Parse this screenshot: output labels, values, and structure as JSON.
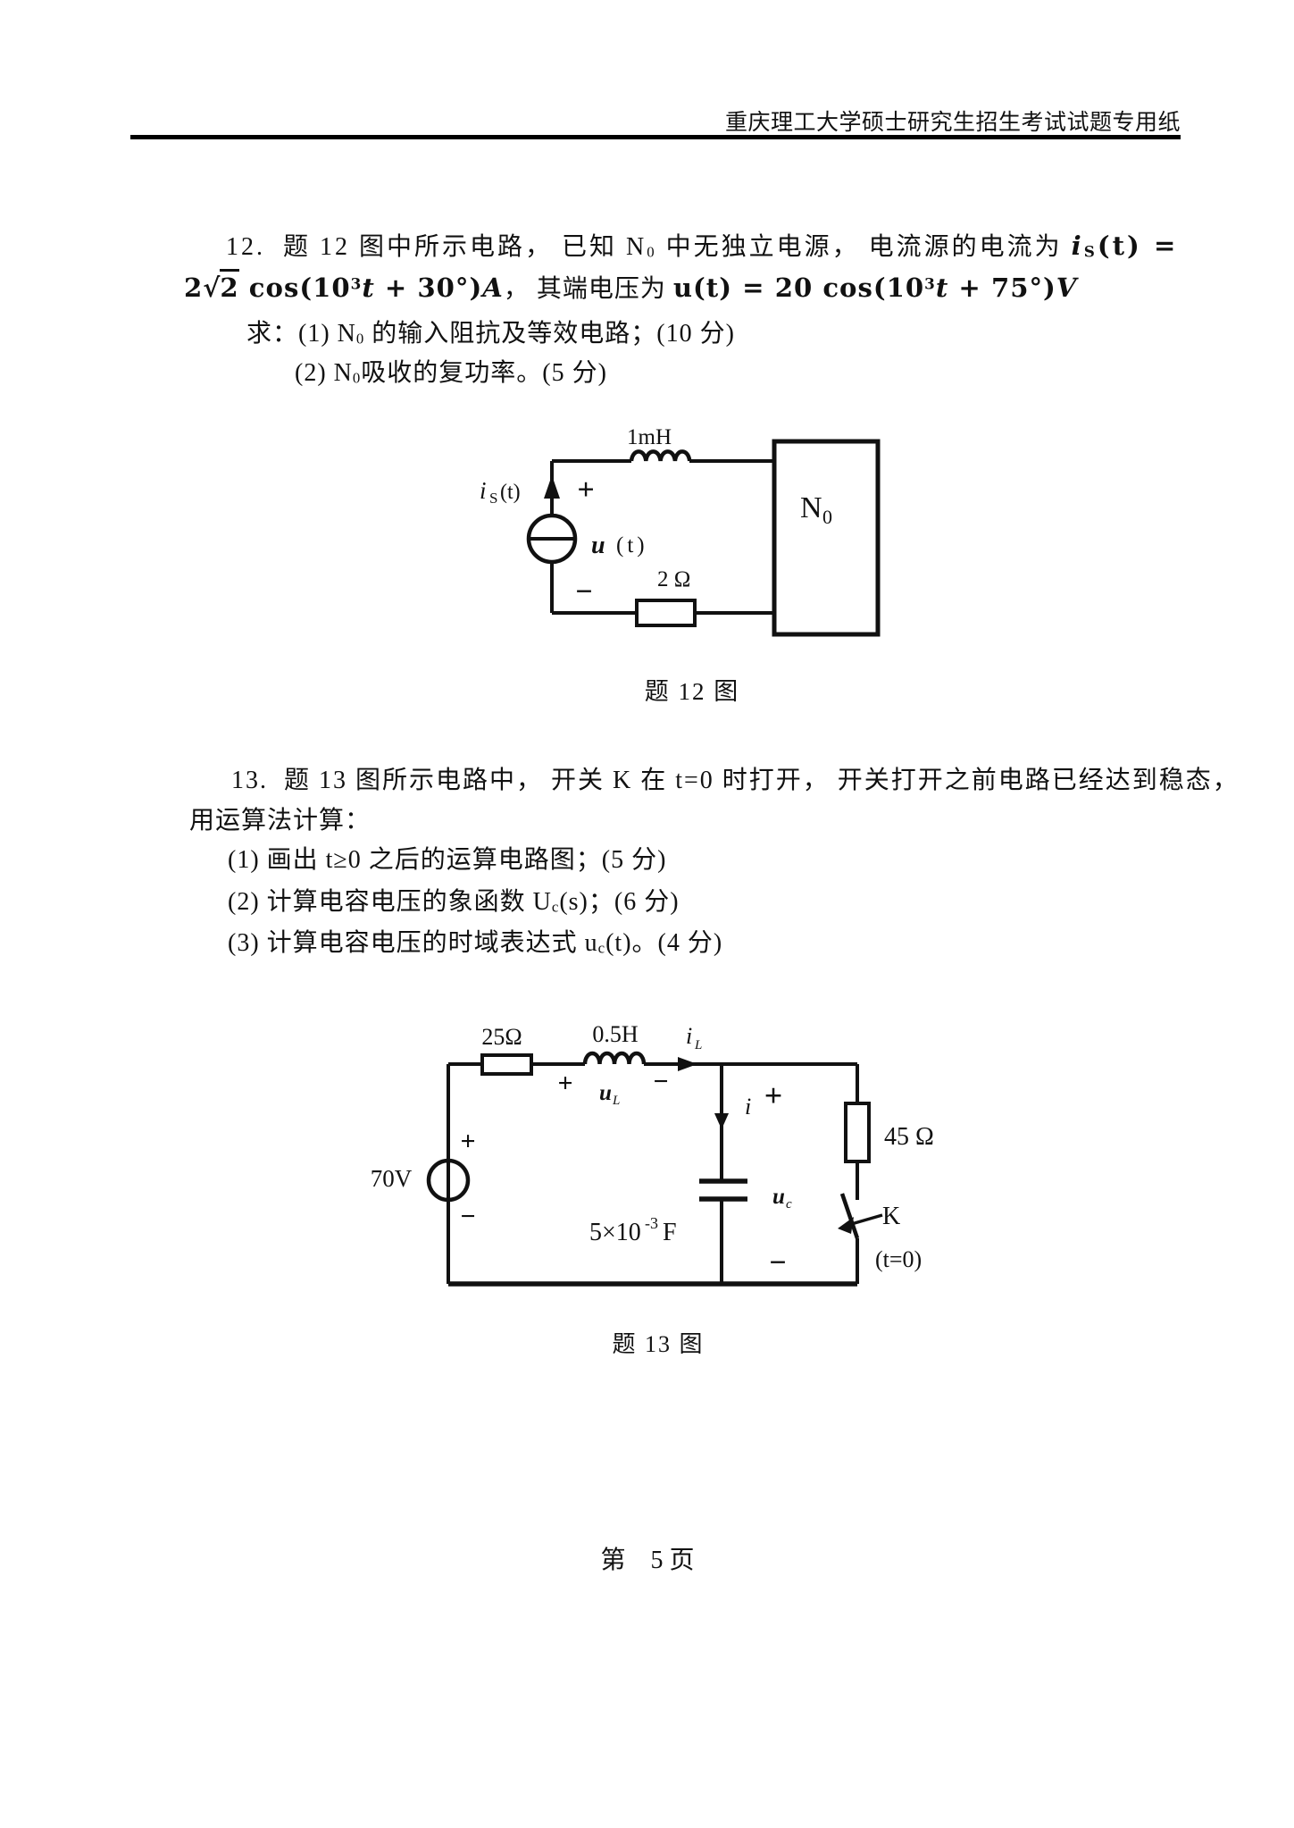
{
  "page": {
    "bg": "#ffffff",
    "ink": "#111111"
  },
  "header": {
    "title": "重庆理工大学硕士研究生招生考试试题专用纸"
  },
  "q12": {
    "line1": [
      {
        "t": "12.  题 12 图中所示电路， 已知 N",
        "s": "cn"
      },
      {
        "t": "0",
        "s": "sb"
      },
      {
        "t": " 中无独立电源， 电流源的电流为 ",
        "s": "cn"
      },
      {
        "t": "i",
        "s": "mi"
      },
      {
        "t": "S",
        "s": "sbm"
      },
      {
        "t": "(t) =",
        "s": "mr"
      }
    ],
    "line2": [
      {
        "t": "2",
        "s": "mr"
      },
      {
        "t": "√",
        "s": "mr"
      },
      {
        "t": "2",
        "s": "ov"
      },
      {
        "t": " cos(10",
        "s": "mr"
      },
      {
        "t": "3",
        "s": "sp"
      },
      {
        "t": "t",
        "s": "mi"
      },
      {
        "t": " + 30°)",
        "s": "mr"
      },
      {
        "t": "A",
        "s": "mi"
      },
      {
        "t": "， 其端电压为 ",
        "s": "cn"
      },
      {
        "t": "u(t) = 20 cos(10",
        "s": "mr"
      },
      {
        "t": "3",
        "s": "sp"
      },
      {
        "t": "t",
        "s": "mi"
      },
      {
        "t": " + 75°)",
        "s": "mr"
      },
      {
        "t": "V",
        "s": "mi"
      }
    ],
    "line3": [
      {
        "t": "求：(1) N",
        "s": "cn"
      },
      {
        "t": "0",
        "s": "sb"
      },
      {
        "t": " 的输入阻抗及等效电路；(10 分)",
        "s": "cn"
      }
    ],
    "line4": [
      {
        "t": "(2) N",
        "s": "cn"
      },
      {
        "t": "0",
        "s": "sb"
      },
      {
        "t": "吸收的复功率。(5 分)",
        "s": "cn"
      }
    ],
    "figure": {
      "inductor": "1mH",
      "is_i": "i",
      "is_sub": "S",
      "is_t": "(t)",
      "plus": "+",
      "minus": "−",
      "u": "u",
      "u_t": "(t)",
      "resistor": "2 Ω",
      "box_n": "N",
      "box_sub": "0",
      "caption": "题 12 图"
    }
  },
  "q13": {
    "line1": [
      {
        "t": "13.  题 13 图所示电路中， 开关 K 在 t=0 时打开， 开关打开之前电路已经达到稳态，",
        "s": "cn"
      }
    ],
    "line2": [
      {
        "t": "用运算法计算：",
        "s": "cn"
      }
    ],
    "line3": [
      {
        "t": "(1) 画出 t≥0 之后的运算电路图；(5 分)",
        "s": "cn"
      }
    ],
    "line4": [
      {
        "t": "(2) 计算电容电压的象函数 U",
        "s": "cn"
      },
      {
        "t": "c",
        "s": "sb"
      },
      {
        "t": "(s)；(6 分)",
        "s": "cn"
      }
    ],
    "line5": [
      {
        "t": "(3) 计算电容电压的时域表达式 u",
        "s": "cn"
      },
      {
        "t": "c",
        "s": "sb"
      },
      {
        "t": "(t)。(4 分)",
        "s": "cn"
      }
    ],
    "figure": {
      "r1": "25Ω",
      "ind": "0.5H",
      "il_i": "i",
      "il_sub": "L",
      "ul_plus": "+",
      "ul_u": "u",
      "ul_sub": "L",
      "ul_minus": "−",
      "src": "70V",
      "src_plus": "+",
      "src_minus": "−",
      "i_mid": "i",
      "uc_plus": "+",
      "uc_u": "u",
      "uc_sub": "c",
      "uc_minus": "−",
      "cap_main": "5×10",
      "cap_sup": "-3",
      "cap_unit": "F",
      "r2": "45 Ω",
      "k": "K",
      "t0": "(t=0)",
      "caption": "题 13 图"
    }
  },
  "footer": {
    "page_label": "第　5 页"
  }
}
